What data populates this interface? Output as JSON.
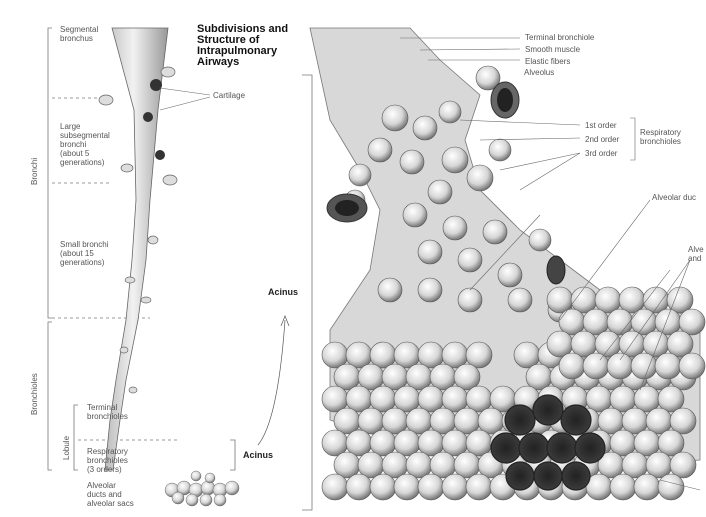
{
  "title": "Subdivisions and\nStructure of\nIntrapulmonary\nAirways",
  "left_labels": {
    "segmental": "Segmental\nbronchus",
    "large_subsegmental": "Large\nsubsegmental\nbronchi\n(about 5\ngenerations)",
    "small_bronchi": "Small bronchi\n(about 15\ngenerations)",
    "terminal": "Terminal\nbronchioles",
    "respiratory": "Respiratory\nbronchioles\n(3 orders)",
    "alveolar": "Alveolar\nducts and\nalveolar sacs",
    "cartilage": "Cartilage",
    "acinus_left": "Acinus",
    "acinus_mid": "Acinus"
  },
  "side_labels": {
    "bronchi": "Bronchi",
    "bronchioles": "Bronchioles",
    "lobule": "Lobule"
  },
  "right_labels": {
    "terminal_bronchiole": "Terminal bronchiole",
    "smooth_muscle": "Smooth muscle",
    "elastic_fibers": "Elastic fibers",
    "alveolus": "Alveolus",
    "order1": "1st order",
    "order2": "2nd order",
    "order3": "3rd order",
    "respiratory_bronchioles": "Respiratory\nbronchioles",
    "alveolar_duct": "Alveolar duc",
    "alveolar_sacs": "Alve\nand"
  },
  "colors": {
    "ink": "#555555",
    "shade": "#9a9a9a",
    "light": "#e8e8e8"
  }
}
